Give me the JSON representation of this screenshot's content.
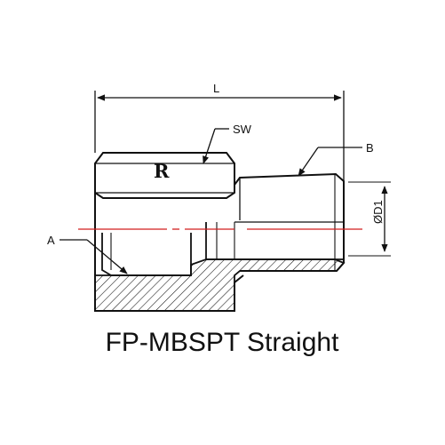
{
  "diagram": {
    "title": "FP-MBSPT Straight",
    "logo": "R",
    "labels": {
      "length": "L",
      "hex": "SW",
      "thread_male": "B",
      "diameter": "ØD1",
      "thread_female": "A"
    },
    "colors": {
      "outline": "#111111",
      "centerline": "#d21f1f",
      "hatch": "#111111",
      "background": "#ffffff"
    }
  }
}
